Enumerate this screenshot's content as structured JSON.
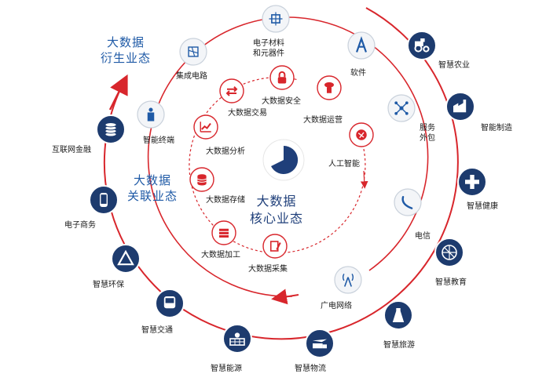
{
  "layers": {
    "derivative": [
      "大数据",
      "衍生业态"
    ],
    "related": [
      "大数据",
      "关联业态"
    ],
    "core": [
      "大数据",
      "核心业态"
    ]
  },
  "outer": [
    {
      "id": "agri",
      "label": "智慧农业",
      "icon": "tractor-icon"
    },
    {
      "id": "manu",
      "label": "智能制造",
      "icon": "factory-icon"
    },
    {
      "id": "health",
      "label": "智慧健康",
      "icon": "medical-cross-icon"
    },
    {
      "id": "edu",
      "label": "智慧教育",
      "icon": "education-icon"
    },
    {
      "id": "tour",
      "label": "智慧旅游",
      "icon": "tower-icon"
    },
    {
      "id": "logi",
      "label": "智慧物流",
      "icon": "airplane-truck-icon"
    },
    {
      "id": "energy",
      "label": "智慧能源",
      "icon": "solar-panel-icon"
    },
    {
      "id": "traffic",
      "label": "智慧交通",
      "icon": "bus-icon"
    },
    {
      "id": "env",
      "label": "智慧环保",
      "icon": "recycle-icon"
    },
    {
      "id": "ecom",
      "label": "电子商务",
      "icon": "mobile-phone-icon"
    },
    {
      "id": "fin",
      "label": "互联网金融",
      "icon": "coins-icon"
    }
  ],
  "middle": [
    {
      "id": "material",
      "label": [
        "电子材料",
        "和元器件"
      ],
      "icon": "chip-icon"
    },
    {
      "id": "software",
      "label": "软件",
      "icon": "software-a-icon"
    },
    {
      "id": "outsource",
      "label": [
        "服务",
        "外包"
      ],
      "icon": "network-nodes-icon"
    },
    {
      "id": "telecom",
      "label": "电信",
      "icon": "phone-handset-icon"
    },
    {
      "id": "broadcast",
      "label": "广电网络",
      "icon": "antenna-icon"
    },
    {
      "id": "terminal",
      "label": "智能终端",
      "icon": "robot-icon"
    },
    {
      "id": "circuit",
      "label": "集成电路",
      "icon": "circuit-icon"
    }
  ],
  "inner": [
    {
      "id": "security",
      "label": "大数据安全",
      "icon": "lock-icon"
    },
    {
      "id": "ops",
      "label": "大数据运营",
      "icon": "cloud-server-icon"
    },
    {
      "id": "ai",
      "label": "人工智能",
      "icon": "ai-brain-icon"
    },
    {
      "id": "collect",
      "label": "大数据采集",
      "icon": "clipboard-pen-icon"
    },
    {
      "id": "process",
      "label": "大数据加工",
      "icon": "database-process-icon"
    },
    {
      "id": "storage",
      "label": "大数据存储",
      "icon": "database-icon"
    },
    {
      "id": "analysis",
      "label": "大数据分析",
      "icon": "line-chart-icon"
    },
    {
      "id": "trade",
      "label": "大数据交易",
      "icon": "exchange-arrows-icon"
    }
  ],
  "colors": {
    "ring": "#d8262c",
    "blue": "#1f5aa6",
    "darkblue": "#1d3b6e",
    "red": "#d8262c",
    "grey": "#8e98a3"
  }
}
